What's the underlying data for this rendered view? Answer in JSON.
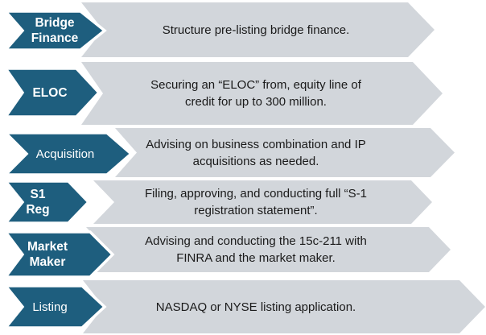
{
  "diagram": {
    "colors": {
      "arrow": "#1E5E7E",
      "band": "#D2D6DB",
      "label_text": "#FFFFFF",
      "description_text": "#1A1A1A"
    },
    "steps": [
      {
        "label": "Bridge Finance",
        "label_lines": [
          "Bridge",
          "Finance"
        ],
        "description": "Structure pre-listing bridge finance.",
        "desc_lines": [
          "Structure pre-listing bridge finance."
        ]
      },
      {
        "label": "ELOC",
        "label_lines": [
          "ELOC"
        ],
        "description": "Securing an “ELOC” from, equity line of credit for up to 300 million.",
        "desc_lines": [
          "Securing an “ELOC” from, equity line of",
          "credit for up to 300 million."
        ]
      },
      {
        "label": "Acquisition",
        "label_lines": [
          "Acquisition"
        ],
        "description": "Advising on business combination and IP acquisitions as needed.",
        "desc_lines": [
          "Advising on business combination and IP",
          "acquisitions as needed."
        ]
      },
      {
        "label": "S1 Reg",
        "label_lines": [
          "S1",
          "Reg"
        ],
        "description": "Filing, approving, and conducting full “S-1 registration statement”.",
        "desc_lines": [
          "Filing, approving, and conducting full “S-1",
          "registration statement”."
        ]
      },
      {
        "label": "Market Maker",
        "label_lines": [
          "Market",
          "Maker"
        ],
        "description": "Advising and conducting the 15c-211 with FINRA and the market maker.",
        "desc_lines": [
          "Advising and conducting the 15c-211 with",
          "FINRA and the market maker."
        ]
      },
      {
        "label": "Listing",
        "label_lines": [
          "Listing"
        ],
        "description": "NASDAQ or NYSE listing application.",
        "desc_lines": [
          "NASDAQ or NYSE listing application."
        ]
      }
    ]
  }
}
